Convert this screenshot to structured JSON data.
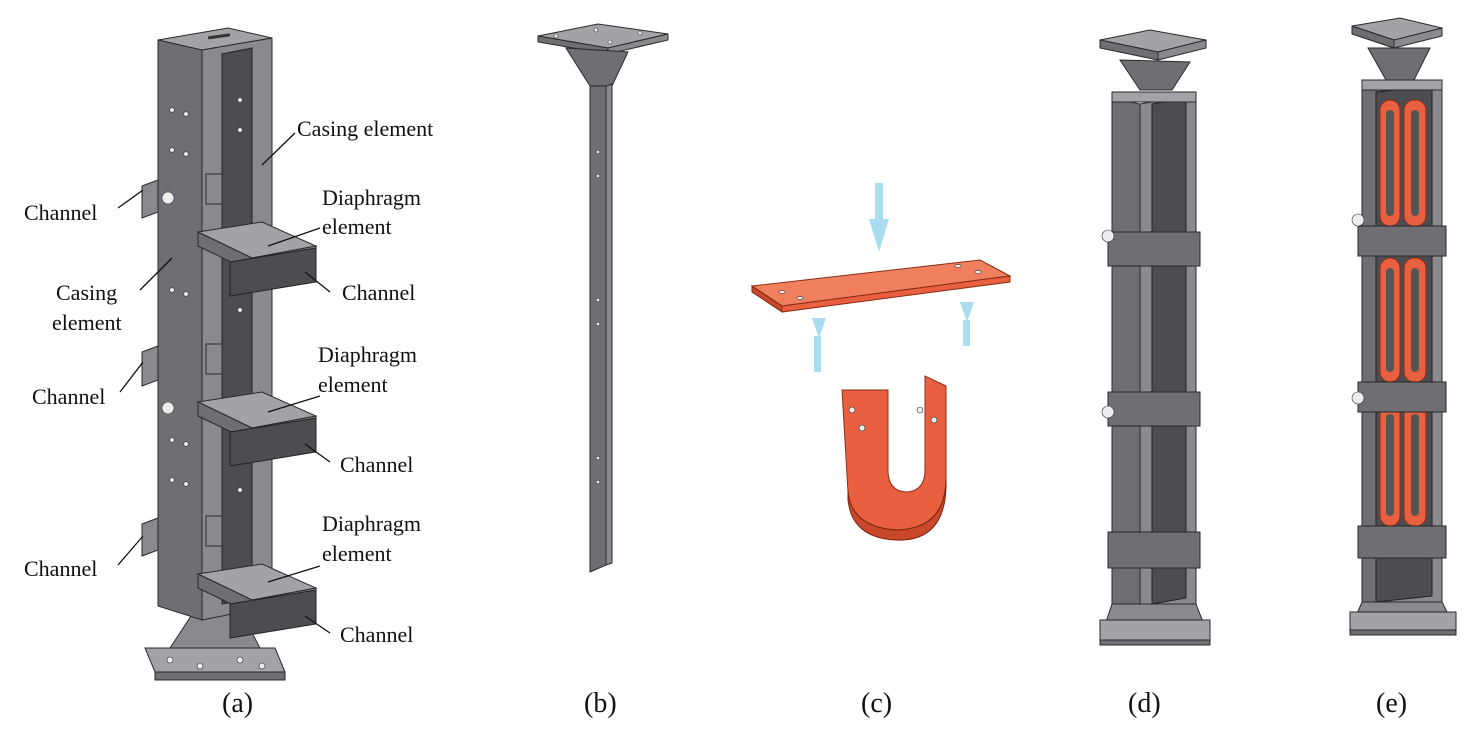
{
  "panel_a": {
    "labels": {
      "casing_element_top": "Casing element",
      "diaphragm_1": [
        "Diaphragm",
        "element"
      ],
      "channel_left_1": "Channel",
      "casing_element_left": [
        "Casing",
        "element"
      ],
      "channel_right_1": "Channel",
      "diaphragm_2": [
        "Diaphragm",
        "element"
      ],
      "channel_left_2": "Channel",
      "channel_right_2": "Channel",
      "diaphragm_3": [
        "Diaphragm",
        "element"
      ],
      "channel_left_3": "Channel",
      "channel_right_3": "Channel"
    }
  },
  "captions": [
    "(a)",
    "(b)",
    "(c)",
    "(d)",
    "(e)"
  ],
  "colors": {
    "steel": "#6f6f73",
    "steel_light": "#a3a3a7",
    "damper_orange": "#e8603f",
    "load_arrow": "#a8dcee",
    "text": "#111111"
  }
}
